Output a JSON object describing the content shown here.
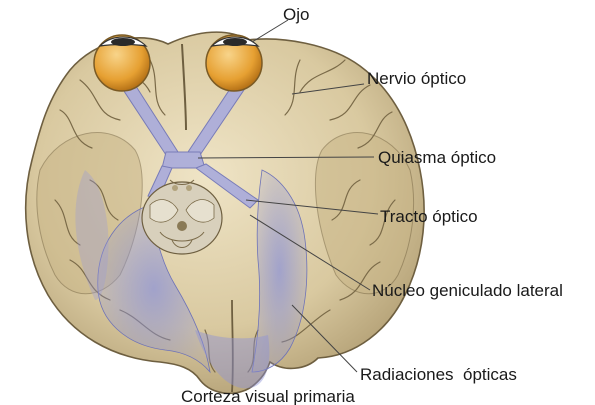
{
  "labels": {
    "eye": "Ojo",
    "optic_nerve": "Nervio óptico",
    "optic_chiasm": "Quiasma óptico",
    "optic_tract": "Tracto óptico",
    "lgn": "Núcleo geniculado lateral",
    "optic_radiations": "Radiaciones  ópticas",
    "primary_visual_cortex": "Corteza visual primaria"
  },
  "colors": {
    "brain_fill": "#d8c9a0",
    "brain_shade": "#b9a777",
    "sulcus": "#7a6a48",
    "eye_fill": "#e8a63a",
    "visual_path": "#9a9cd6",
    "leader_line": "#444444",
    "text": "#1a1a1a"
  }
}
